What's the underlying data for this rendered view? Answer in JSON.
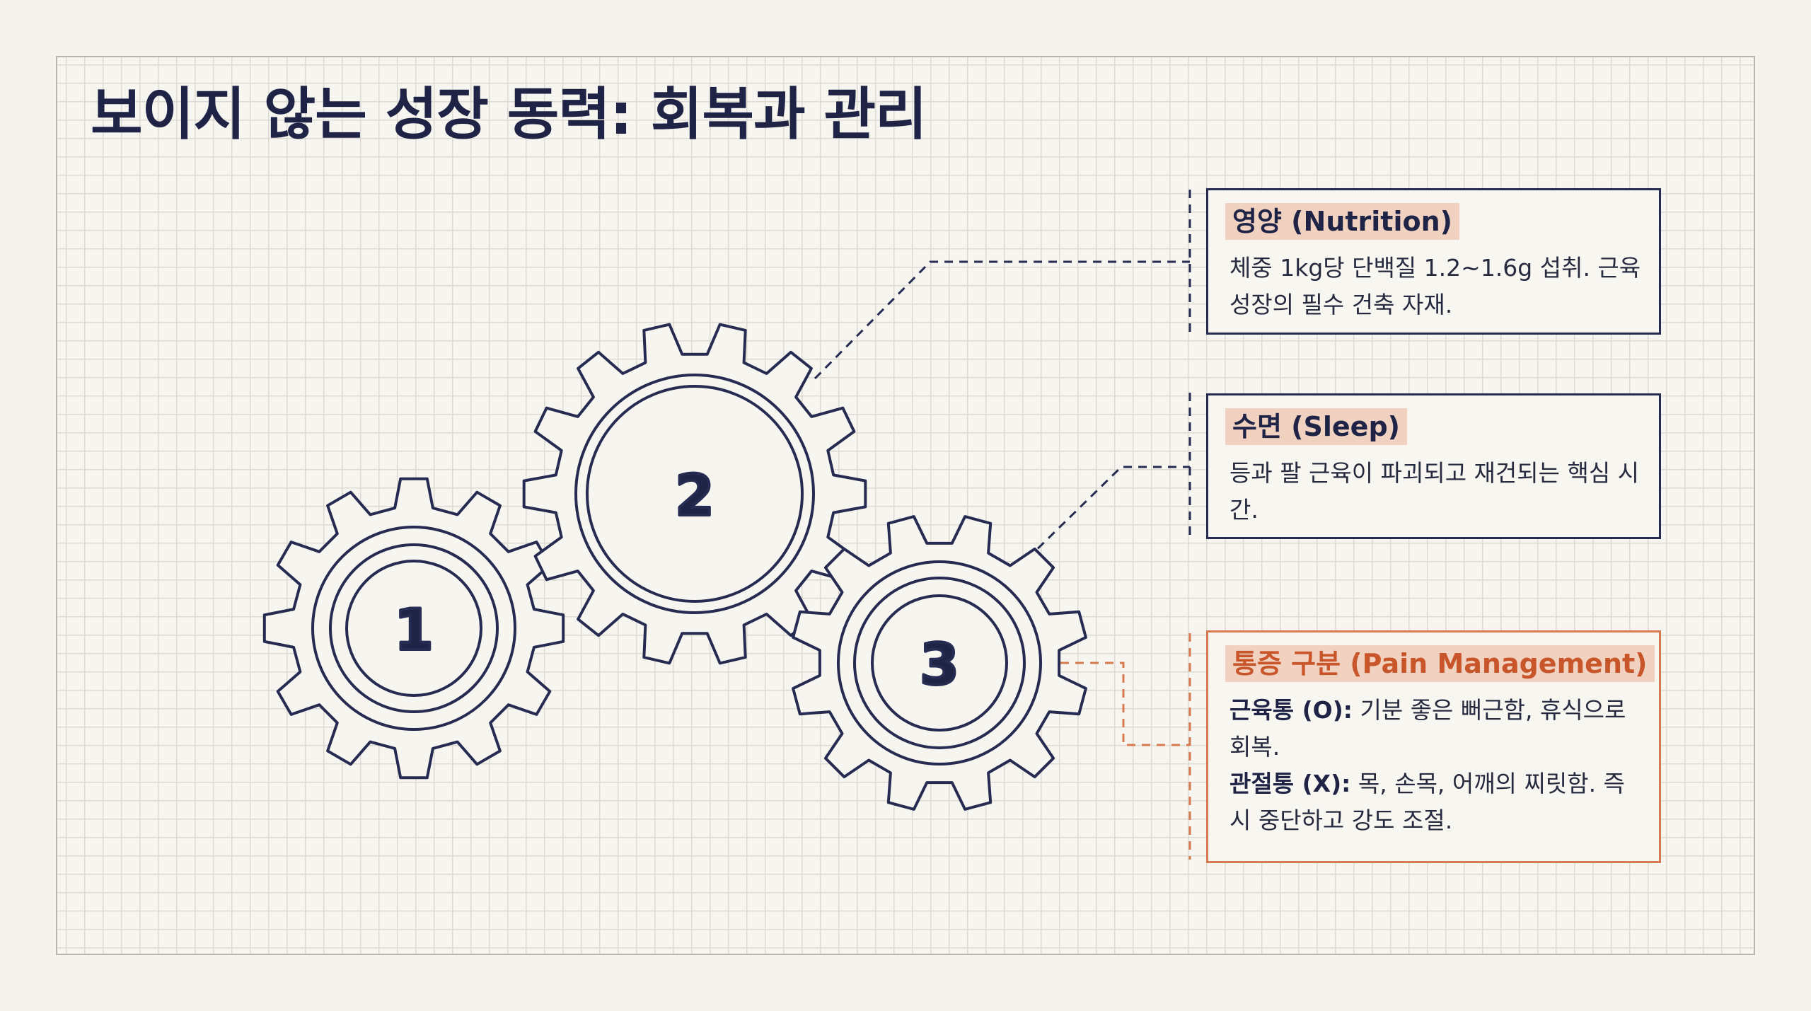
{
  "title": "보이지 않는 성장 동력: 회복과 관리",
  "gears": [
    {
      "label": "1"
    },
    {
      "label": "2"
    },
    {
      "label": "3"
    }
  ],
  "cards": {
    "nutrition": {
      "title": "영양 (Nutrition)",
      "body": "체중 1kg당 단백질 1.2~1.6g 섭취. 근육 성장의 필수 건축 자재."
    },
    "sleep": {
      "title": "수면 (Sleep)",
      "body": "등과 팔 근육이 파괴되고 재건되는 핵심 시간."
    },
    "pain": {
      "title": "통증 구분 (Pain Management)",
      "muscle_label": "근육통 (O):",
      "muscle_text": "기분 좋은 뻐근함, 휴식으로 회복.",
      "joint_label": "관절통 (X):",
      "joint_text": "목, 손목, 어깨의 찌릿함. 즉시 중단하고 강도 조절."
    }
  },
  "colors": {
    "ink": "#1f2447",
    "accent": "#d77a4f",
    "highlight": "#f1d2c0",
    "paper": "#f7f5ef",
    "grid": "#dcdad2"
  }
}
